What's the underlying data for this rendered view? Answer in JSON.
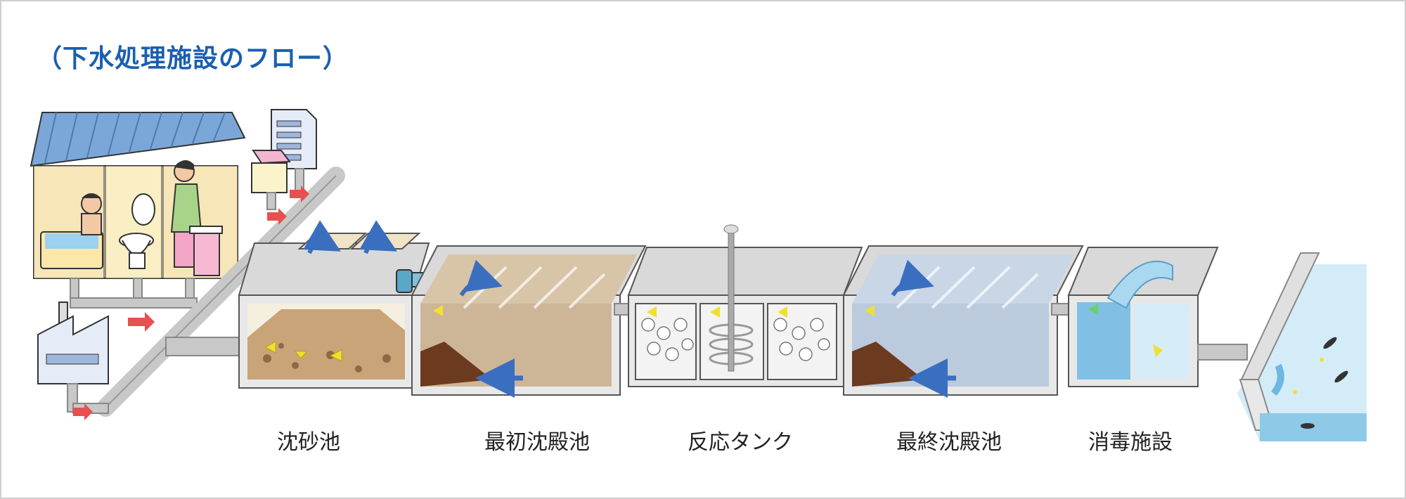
{
  "title": "（下水処理施設のフロー）",
  "stages": [
    {
      "label": "沈砂池"
    },
    {
      "label": "最初沈殿池"
    },
    {
      "label": "反応タンク"
    },
    {
      "label": "最終沈殿池"
    },
    {
      "label": "消毒施設"
    }
  ],
  "colors": {
    "title": "#1a5fb0",
    "pipe": "#c8c8c8",
    "flow_arrow": "#e85050",
    "blue_arrow": "#3a6fc0",
    "yellow_arrow": "#f0e030",
    "sludge": "#6b3a1f",
    "tank_outline": "#555555",
    "water": "#bde0f0"
  }
}
